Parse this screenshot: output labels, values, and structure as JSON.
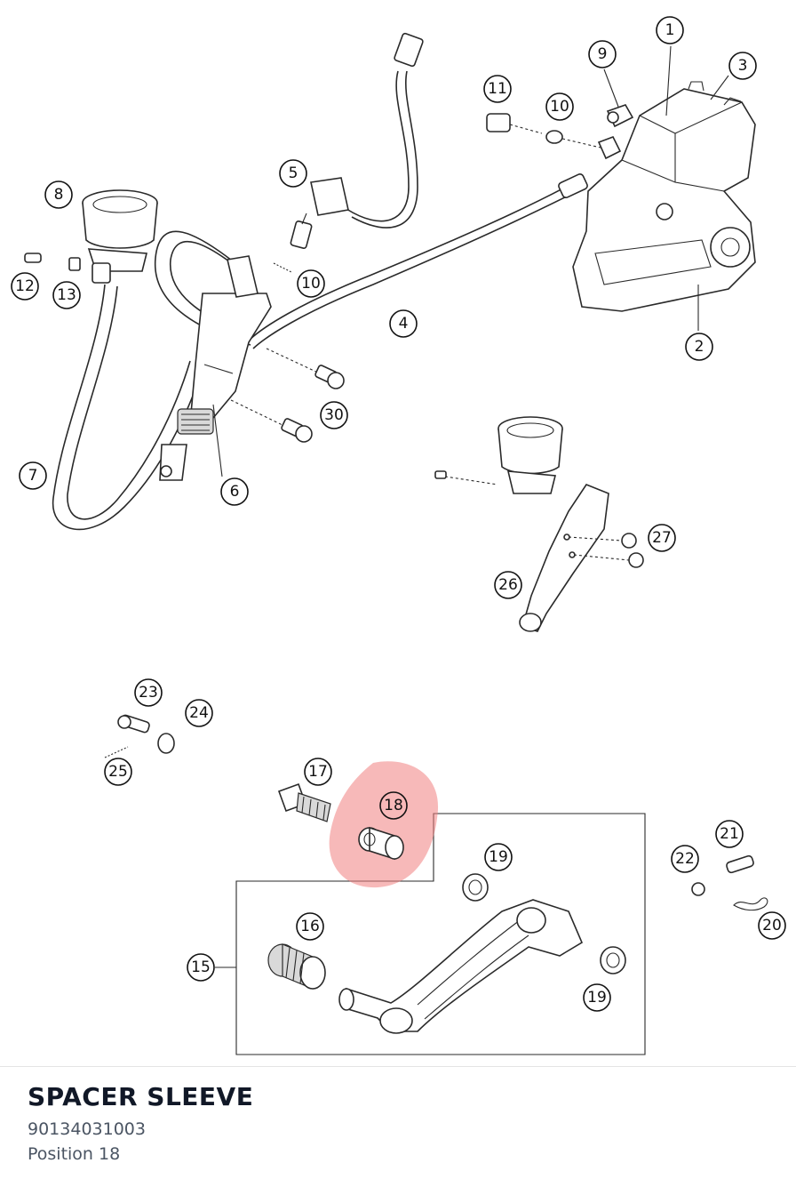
{
  "diagram": {
    "highlight_color": "#f07f7f",
    "callouts": [
      "1",
      "2",
      "3",
      "4",
      "5",
      "6",
      "7",
      "8",
      "9",
      "10",
      "10",
      "11",
      "12",
      "13",
      "15",
      "16",
      "17",
      "18",
      "19",
      "19",
      "20",
      "21",
      "22",
      "23",
      "24",
      "25",
      "26",
      "27",
      "30"
    ]
  },
  "part": {
    "title": "SPACER SLEEVE",
    "number": "90134031003",
    "position": "Position 18"
  }
}
